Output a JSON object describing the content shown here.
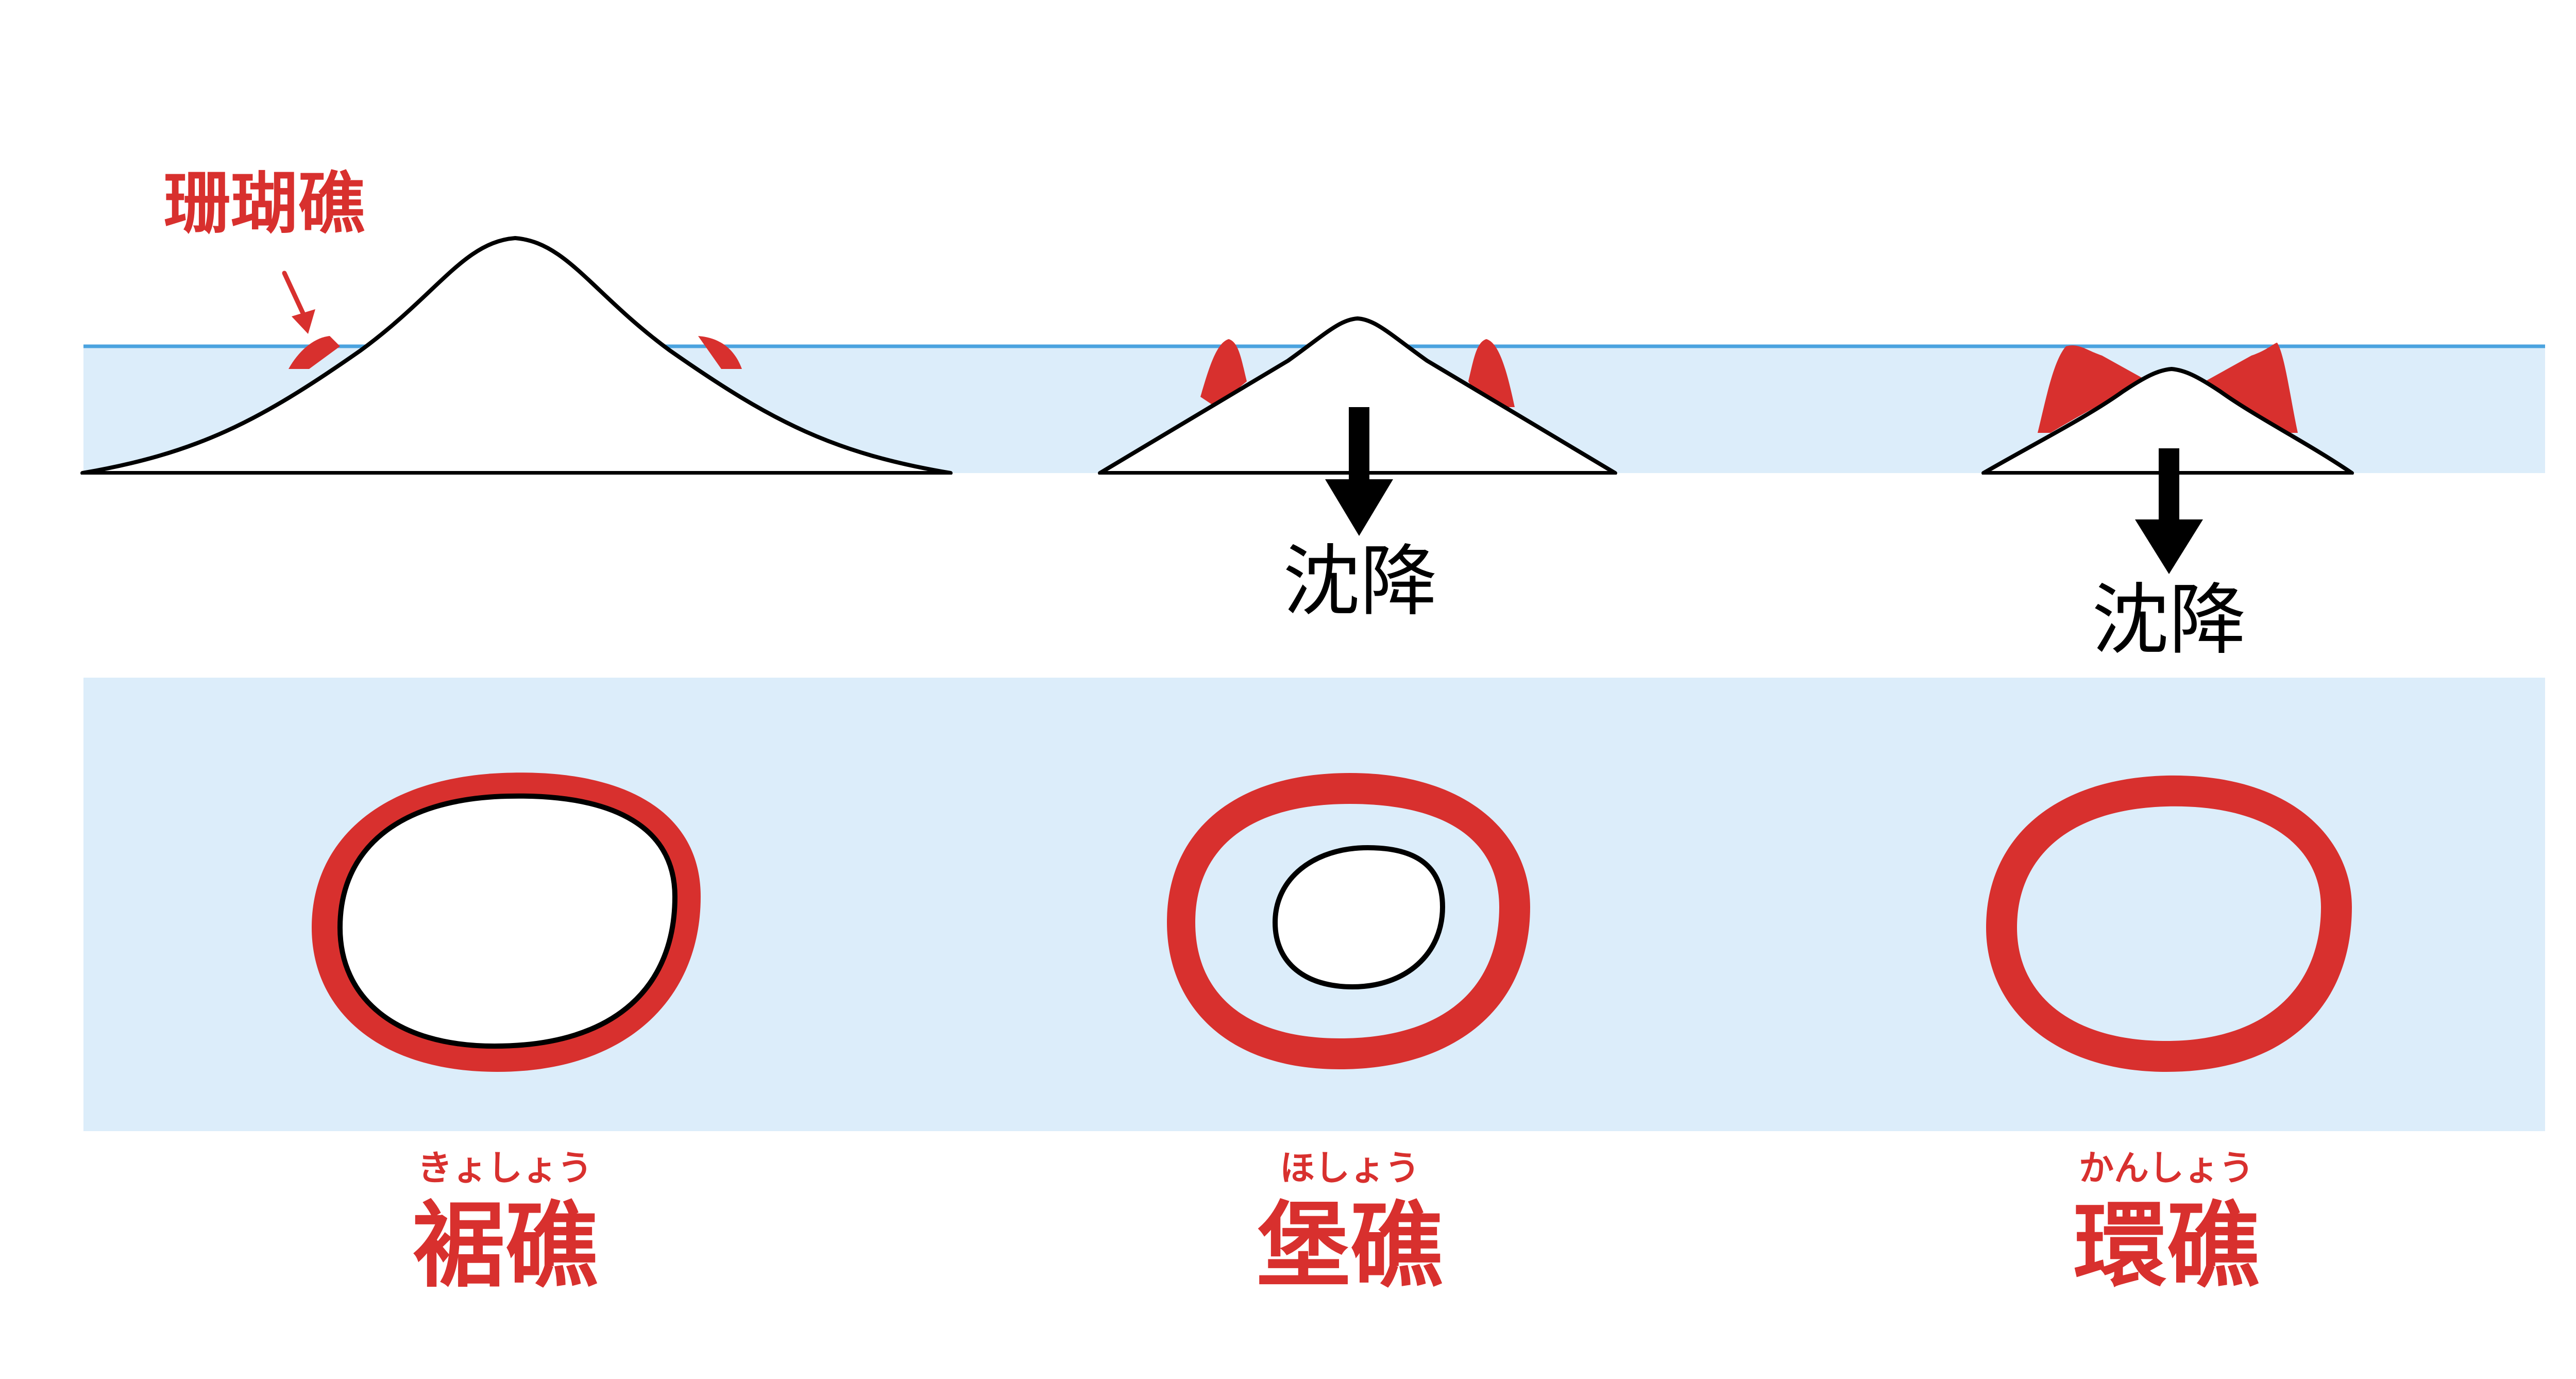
{
  "labels": {
    "coral_reef": "珊瑚礁",
    "subsidence_1": "沈降",
    "subsidence_2": "沈降"
  },
  "reef_types": [
    {
      "name": "裾礁",
      "reading": "きょしょう"
    },
    {
      "name": "堡礁",
      "reading": "ほしょう"
    },
    {
      "name": "環礁",
      "reading": "かんしょう"
    }
  ],
  "icons": {
    "down_arrow": "down-arrow-icon",
    "pointer_arrow": "pointer-arrow-icon"
  },
  "colors": {
    "sea": "#dcedfa",
    "sea_surface": "#4ba3df",
    "coral": "#d8302e",
    "outline": "#000000",
    "island": "#ffffff",
    "label_red": "#d8302e"
  }
}
